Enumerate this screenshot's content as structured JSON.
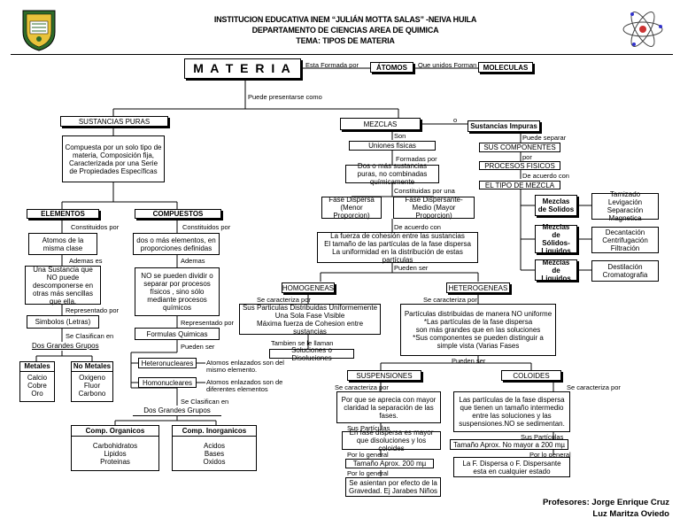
{
  "header": {
    "line1": "INSTITUCION EDUCATIVA INEM “JULIÁN MOTTA SALAS” -NEIVA HUILA",
    "line2": "DEPARTAMENTO DE CIENCIAS  AREA DE QUIMICA",
    "line3": "TEMA: TIPOS DE MATERIA"
  },
  "map": {
    "materia": "M A T E R I A",
    "esta_formada": "Esta Formada por",
    "atomos": "ÁTOMOS",
    "que_unidos": "Que unidos Forman",
    "moleculas": "MOLECULAS",
    "puede_presentarse": "Puede presentarse como",
    "sustancias_puras": "SUSTANCIAS PURAS",
    "sp_desc": "Compuesta por un solo tipo de materia, Composición fija, Caracterizada por una Serie de Propiedades Específicas",
    "elementos": "ELEMENTOS",
    "compuestos": "COMPUESTOS",
    "constituidos_por_1": "Constituidos por",
    "constituidos_por_2": "Constituidos por",
    "el_atomos": "Atomos de la misma clase",
    "co_desc": "dos o más elementos, en proporciones definidas",
    "ademas_es_1": "Ademas es",
    "ademas_1": "Ademas",
    "el_nodescomp": "Una Sustancia que NO puede descomponerse en otras más sencillas que ella.",
    "co_nodividir": "NO se pueden dividir o separar por procesos físicos , sino sólo mediante procesos químicos",
    "representado_por_1": "Representado por",
    "representado_por_2": "Representado por",
    "simbolos": "Simbolos (Letras)",
    "formulas": "Formulas Quimicas",
    "se_clasifican_1": "Se Clasifican en",
    "dos_grupos_1": "Dos Grandes Grupos",
    "metales": "Metales",
    "metales_list": [
      "Calcio",
      "Cobre",
      "Oro"
    ],
    "no_metales": "No Metales",
    "no_metales_list": [
      "Oxigeno",
      "Fluor",
      "Carbono"
    ],
    "pueden_ser_1": "Pueden ser",
    "heteronucleares": "Heteronucleares",
    "hetero_desc": "Atomos enlazados son del mismo elemento.",
    "homonucleares": "Homonucleares",
    "homo_desc": "Atomos enlazados son de diferentes elementos",
    "se_clasifican_2": "Se Clasifican en",
    "dos_grupos_2": "Dos Grandes Grupos",
    "comp_organicos": "Comp. Organicos",
    "organicos_list": [
      "Carbohidratos",
      "Lipidos",
      "Proteinas"
    ],
    "comp_inorganicos": "Comp. Inorganicos",
    "inorganicos_list": [
      "Acidos",
      "Bases",
      "Oxidos"
    ],
    "mezclas": "MEZCLAS",
    "o": "o",
    "sustancias_impuras": "Sustancias Impuras",
    "son": "Son",
    "uniones_fisicas": "Uniones fisicas",
    "formadas_por": "Formadas por",
    "dos_o_mas": "Dos o más sustancias puras, no combinadas químicamente",
    "constituidas_por_una": "Constituidas por una",
    "fase_dispersa": "Fase Dispersa (Menor Proporcion)",
    "fase_dispersante": "Fase Dispersante-Medio (Mayor Proporcion)",
    "de_acuerdo_con_1": "De acuerdo con",
    "cohesion": [
      "La fuerza de cohesión entre las sustancias",
      "El tamaño de las partículas de la fase dispersa",
      "La uniformidad en la distribución de estas partículas"
    ],
    "pueden_ser_2": "Pueden ser",
    "puede_separar": "Puede separar",
    "sus_componentes": "SUS COMPONENTES",
    "por": "por",
    "procesos_fisicos": "PROCESOS FISICOS",
    "de_acuerdo_con_2": "De acuerdo con",
    "tipo_mezcla": "EL TIPO DE MEZCLA",
    "mez_solidos": "Mezclas de Solidos",
    "mez_solidos_liq": "Mezclas de Sólidos-Liquidos",
    "mez_liquidos": "Mezclas de Liquidos",
    "sep_solidos": [
      "Tamizado",
      "Levigación",
      "Separación Magnetica"
    ],
    "sep_solidos_liq": [
      "Decantación",
      "Centrifugación",
      "Filtración"
    ],
    "sep_liquidos": [
      "Destilación",
      "Cromatografia"
    ],
    "homogeneas": "HOMOGENEAS",
    "heterogeneas": "HETEROGENEAS",
    "se_caracteriza_1": "Se caracteriza por",
    "se_caracteriza_2": "Se caracteriza por",
    "homo_desc_list": [
      "Sus Particulas Distribuidas Uniformemente",
      "Una Sola Fase Visible",
      "Máxima fuerza de Cohesion entre sustancias"
    ],
    "hetero_desc_list": [
      "Partículas distribuidas de manera NO uniforme",
      "*Las partículas de la fase dispersa",
      "son más grandes que en las soluciones",
      "*Sus componentes se pueden distinguir a",
      "simple vista (Varias Fases"
    ],
    "tambien_llaman": "Tambien se le llaman",
    "soluciones": "Soluciones o Disoluciones",
    "pueden_ser_3": "Pueden ser",
    "suspensiones": "SUSPENSIONES",
    "coloides": "COLOIDES",
    "se_caracteriza_3": "Se caracteriza por",
    "se_caracteriza_4": "Se caracteriza por",
    "susp_desc": "Por que se aprecia con mayor claridad la separación de las fases.",
    "col_desc": "Las partículas de la fase dispersa que tienen un tamaño intermedio entre las soluciones y las suspensiones.NO se sedimentan.",
    "sus_particulas_1": "Sus Partículas",
    "sus_particulas_2": "Sus Partículas",
    "susp_part": "En fase dispersa es mayor que disoluciones y los coloides",
    "col_part": "Tamaño Aprox.  No mayor a 200 mµ",
    "por_lo_general_1": "Por lo general",
    "por_lo_general_2": "Por lo general",
    "susp_tam": "Tamaño Aprox. 200 mµ",
    "col_gen": "La F. Dispersa o F. Dispersante esta en cualquier estado",
    "por_lo_general_3": "Por lo general",
    "susp_gen": "Se asientan por efecto de la Gravedad. Ej Jarabes Niños"
  },
  "footer": {
    "line1": "Profesores: Jorge Enrique Cruz",
    "line2": "Luz Maritza Oviedo"
  }
}
